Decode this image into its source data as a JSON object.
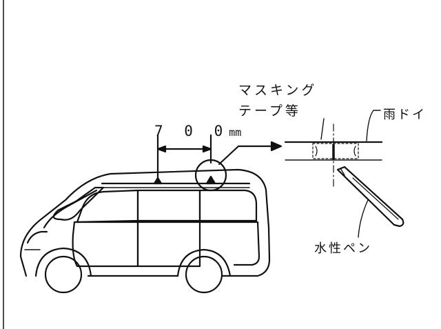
{
  "labels": {
    "dimension_value": "7 0 0",
    "dimension_unit": "mm",
    "masking_line1": "マスキング",
    "masking_line2": "テープ等",
    "rain_gutter": "雨ドイ",
    "marker_pen": "水性ペン"
  }
}
